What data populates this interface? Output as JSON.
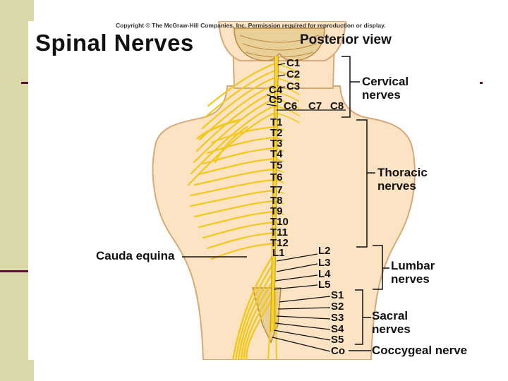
{
  "copyright": "Copyright © The McGraw-Hill Companies, Inc. Permission required for reproduction or display.",
  "title": "Spinal  Nerves",
  "view": "Posterior view",
  "segments": {
    "cervical": [
      "C1",
      "C2",
      "C3",
      "C4",
      "C5",
      "C6",
      "C7",
      "C8"
    ],
    "thoracic": [
      "T1",
      "T2",
      "T3",
      "T4",
      "T5",
      "T6",
      "T7",
      "T8",
      "T9",
      "T10",
      "T11",
      "T12"
    ],
    "lumbar": [
      "L1",
      "L2",
      "L3",
      "L4",
      "L5"
    ],
    "sacral": [
      "S1",
      "S2",
      "S3",
      "S4",
      "S5"
    ],
    "coccygeal": [
      "Co"
    ]
  },
  "groups": {
    "cervical": [
      "Cervical",
      "nerves"
    ],
    "thoracic": [
      "Thoracic",
      "nerves"
    ],
    "lumbar": [
      "Lumbar",
      "nerves"
    ],
    "sacral": [
      "Sacral",
      "nerves"
    ],
    "coccygeal": "Coccygeal nerve"
  },
  "cauda_equina": "Cauda equina",
  "colors": {
    "sidebar": "#d8d8a8",
    "accent": "#5a1432",
    "skin": "#fbe3c4",
    "skin_outline": "#d7a878",
    "nerve": "#f2c81c",
    "nerve_dark": "#c89a0a",
    "bone": "#e8cf9a"
  }
}
